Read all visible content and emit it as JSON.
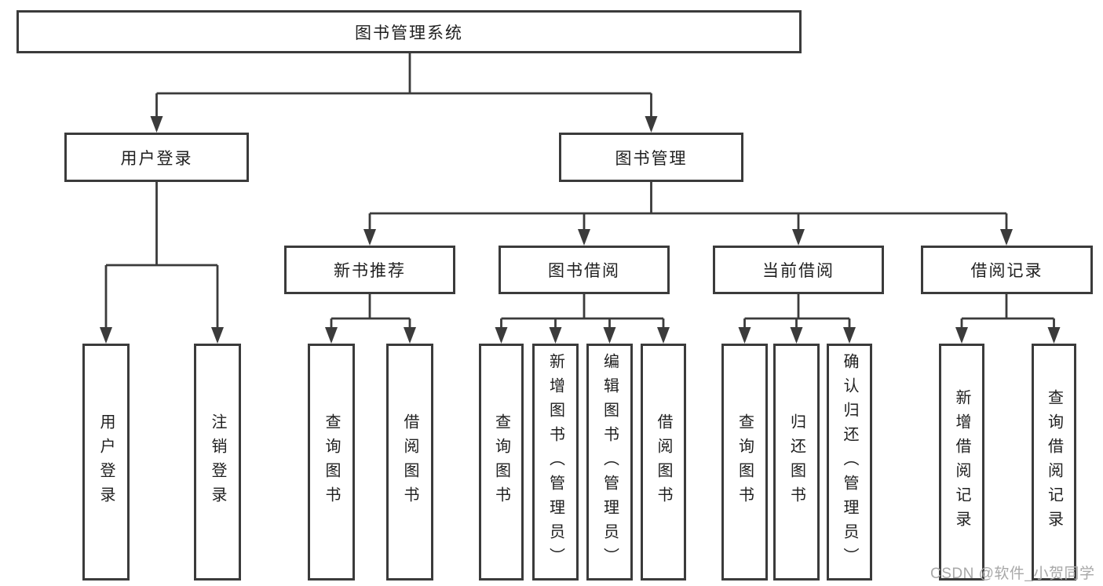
{
  "tree": {
    "root": {
      "label": "图书管理系统"
    },
    "branches": [
      {
        "label": "用户登录",
        "children": [
          {
            "label": "用户登录"
          },
          {
            "label": "注销登录"
          }
        ]
      },
      {
        "label": "图书管理",
        "groups": [
          {
            "label": "新书推荐",
            "children": [
              {
                "label": "查询图书"
              },
              {
                "label": "借阅图书"
              }
            ]
          },
          {
            "label": "图书借阅",
            "children": [
              {
                "label": "查询图书"
              },
              {
                "label": "新增图书（管理员）"
              },
              {
                "label": "编辑图书（管理员）"
              },
              {
                "label": "借阅图书"
              }
            ]
          },
          {
            "label": "当前借阅",
            "children": [
              {
                "label": "查询图书"
              },
              {
                "label": "归还图书"
              },
              {
                "label": "确认归还（管理员）"
              }
            ]
          },
          {
            "label": "借阅记录",
            "children": [
              {
                "label": "新增借阅记录"
              },
              {
                "label": "查询借阅记录"
              }
            ]
          }
        ]
      }
    ]
  },
  "watermark": "CSDN @软件_小贺同学",
  "colors": {
    "line": "#3b3b3b",
    "text": "#202020",
    "watermark": "#a8a8a8",
    "background": "#ffffff"
  }
}
